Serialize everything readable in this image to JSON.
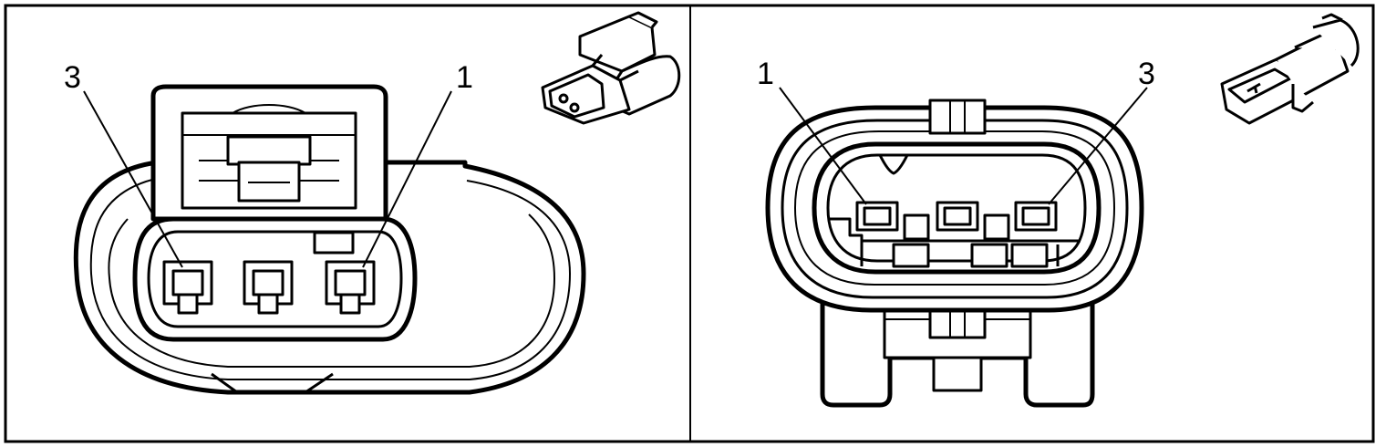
{
  "left_panel": {
    "view": "female-terminal-face",
    "callout_left": "3",
    "callout_right": "1"
  },
  "right_panel": {
    "view": "male-terminal-face",
    "callout_left": "1",
    "callout_right": "3"
  },
  "colors": {
    "stroke": "#000000",
    "fill": "#ffffff"
  }
}
